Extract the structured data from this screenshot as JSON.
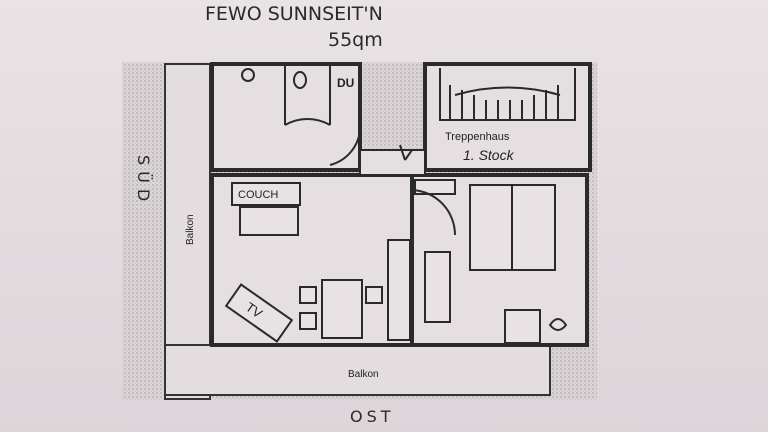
{
  "title": "FEWO   SUNNSEIT'N",
  "area": "55qm",
  "compass": {
    "south": "SÜD",
    "east": "OST"
  },
  "rooms": {
    "shower": "DU",
    "stairs_title": "Treppenhaus",
    "stairs_floor": "1. Stock",
    "couch": "COUCH",
    "tv": "TV",
    "balcony_side": "Balkon",
    "balcony_bottom": "Balkon"
  },
  "colors": {
    "paper": "#e6dfe2",
    "ink": "#2a2a2a",
    "hatch": "#9a9597"
  }
}
